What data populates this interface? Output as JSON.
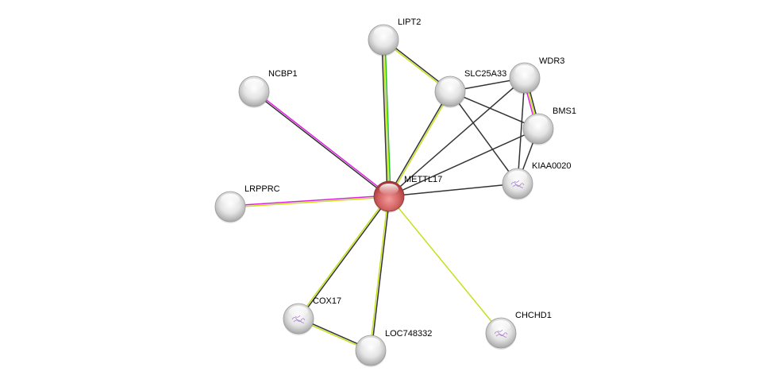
{
  "colors": {
    "textmining": "#c7e01a",
    "experiments": "#e020e0",
    "coexpression": "#333333",
    "neighborhood": "#20c020",
    "query_node": "#d05050",
    "node": "#e0e0e0"
  },
  "nodes": [
    {
      "id": "METTL17",
      "label": "METTL17",
      "query": true
    },
    {
      "id": "LIPT2",
      "label": "LIPT2"
    },
    {
      "id": "NCBP1",
      "label": "NCBP1"
    },
    {
      "id": "LRPPRC",
      "label": "LRPPRC"
    },
    {
      "id": "SLC25A33",
      "label": "SLC25A33"
    },
    {
      "id": "WDR3",
      "label": "WDR3"
    },
    {
      "id": "BMS1",
      "label": "BMS1"
    },
    {
      "id": "KIAA0020",
      "label": "KIAA0020",
      "structure": true
    },
    {
      "id": "COX17",
      "label": "COX17",
      "structure": true
    },
    {
      "id": "LOC748332",
      "label": "LOC748332"
    },
    {
      "id": "CHCHD1",
      "label": "CHCHD1",
      "structure": true
    }
  ],
  "edges": [
    {
      "source": "METTL17",
      "target": "LIPT2",
      "evidence": [
        "coexpression",
        "textmining",
        "neighborhood"
      ]
    },
    {
      "source": "METTL17",
      "target": "NCBP1",
      "evidence": [
        "coexpression",
        "experiments"
      ]
    },
    {
      "source": "METTL17",
      "target": "LRPPRC",
      "evidence": [
        "textmining",
        "experiments"
      ]
    },
    {
      "source": "METTL17",
      "target": "SLC25A33",
      "evidence": [
        "coexpression",
        "textmining"
      ]
    },
    {
      "source": "METTL17",
      "target": "WDR3",
      "evidence": [
        "coexpression"
      ]
    },
    {
      "source": "METTL17",
      "target": "BMS1",
      "evidence": [
        "coexpression"
      ]
    },
    {
      "source": "METTL17",
      "target": "KIAA0020",
      "evidence": [
        "coexpression"
      ]
    },
    {
      "source": "METTL17",
      "target": "COX17",
      "evidence": [
        "coexpression",
        "textmining"
      ]
    },
    {
      "source": "METTL17",
      "target": "LOC748332",
      "evidence": [
        "coexpression",
        "textmining"
      ]
    },
    {
      "source": "METTL17",
      "target": "CHCHD1",
      "evidence": [
        "textmining"
      ]
    },
    {
      "source": "LIPT2",
      "target": "SLC25A33",
      "evidence": [
        "coexpression",
        "textmining"
      ]
    },
    {
      "source": "SLC25A33",
      "target": "WDR3",
      "evidence": [
        "coexpression"
      ]
    },
    {
      "source": "SLC25A33",
      "target": "BMS1",
      "evidence": [
        "coexpression"
      ]
    },
    {
      "source": "SLC25A33",
      "target": "KIAA0020",
      "evidence": [
        "coexpression"
      ]
    },
    {
      "source": "WDR3",
      "target": "BMS1",
      "evidence": [
        "coexpression",
        "textmining",
        "experiments"
      ]
    },
    {
      "source": "WDR3",
      "target": "KIAA0020",
      "evidence": [
        "coexpression"
      ]
    },
    {
      "source": "BMS1",
      "target": "KIAA0020",
      "evidence": [
        "coexpression"
      ]
    },
    {
      "source": "COX17",
      "target": "LOC748332",
      "evidence": [
        "coexpression",
        "textmining"
      ]
    }
  ]
}
